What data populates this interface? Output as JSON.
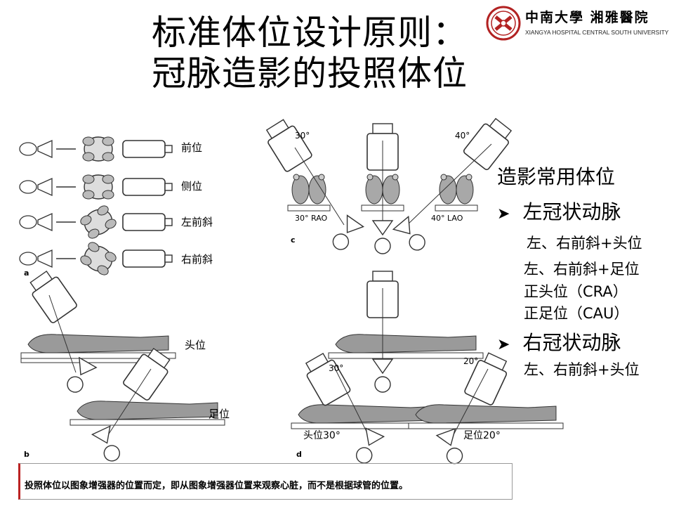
{
  "title": {
    "line1": "标准体位设计原则：",
    "line2": "冠脉造影的投照体位"
  },
  "logo": {
    "cn": "中南大學 湘雅醫院",
    "en": "XIANGYA HOSPITAL CENTRAL SOUTH UNIVERSITY"
  },
  "panel_a": {
    "labels": [
      "前位",
      "侧位",
      "左前斜",
      "右前斜"
    ],
    "letter": "a"
  },
  "panel_b": {
    "labels": [
      "头位",
      "足位"
    ],
    "letter": "b"
  },
  "panel_c": {
    "angles": [
      "30°",
      "40°"
    ],
    "labels": [
      "30° RAO",
      "40° LAO"
    ],
    "letter": "c"
  },
  "panel_d": {
    "angles": [
      "30°",
      "20°"
    ],
    "labels": [
      "头位30°",
      "足位20°"
    ],
    "letter": "d"
  },
  "sidebar": {
    "heading": "造影常用体位",
    "bullet_icon": "arrow-bullet-icon",
    "left": {
      "title": "左冠状动脉",
      "items": [
        "左、右前斜+头位",
        "左、右前斜+足位",
        "正头位（CRA）",
        "正足位（CAU）"
      ]
    },
    "right": {
      "title": "右冠状动脉",
      "items": [
        "左、右前斜+头位"
      ]
    }
  },
  "note": "投照体位以图象增强器的位置而定，即从图象增强器位置来观察心脏，而不是根据球管的位置。",
  "colors": {
    "accent": "#b22222",
    "figure_gray": "#9a9a9a",
    "frame": "#999999"
  }
}
